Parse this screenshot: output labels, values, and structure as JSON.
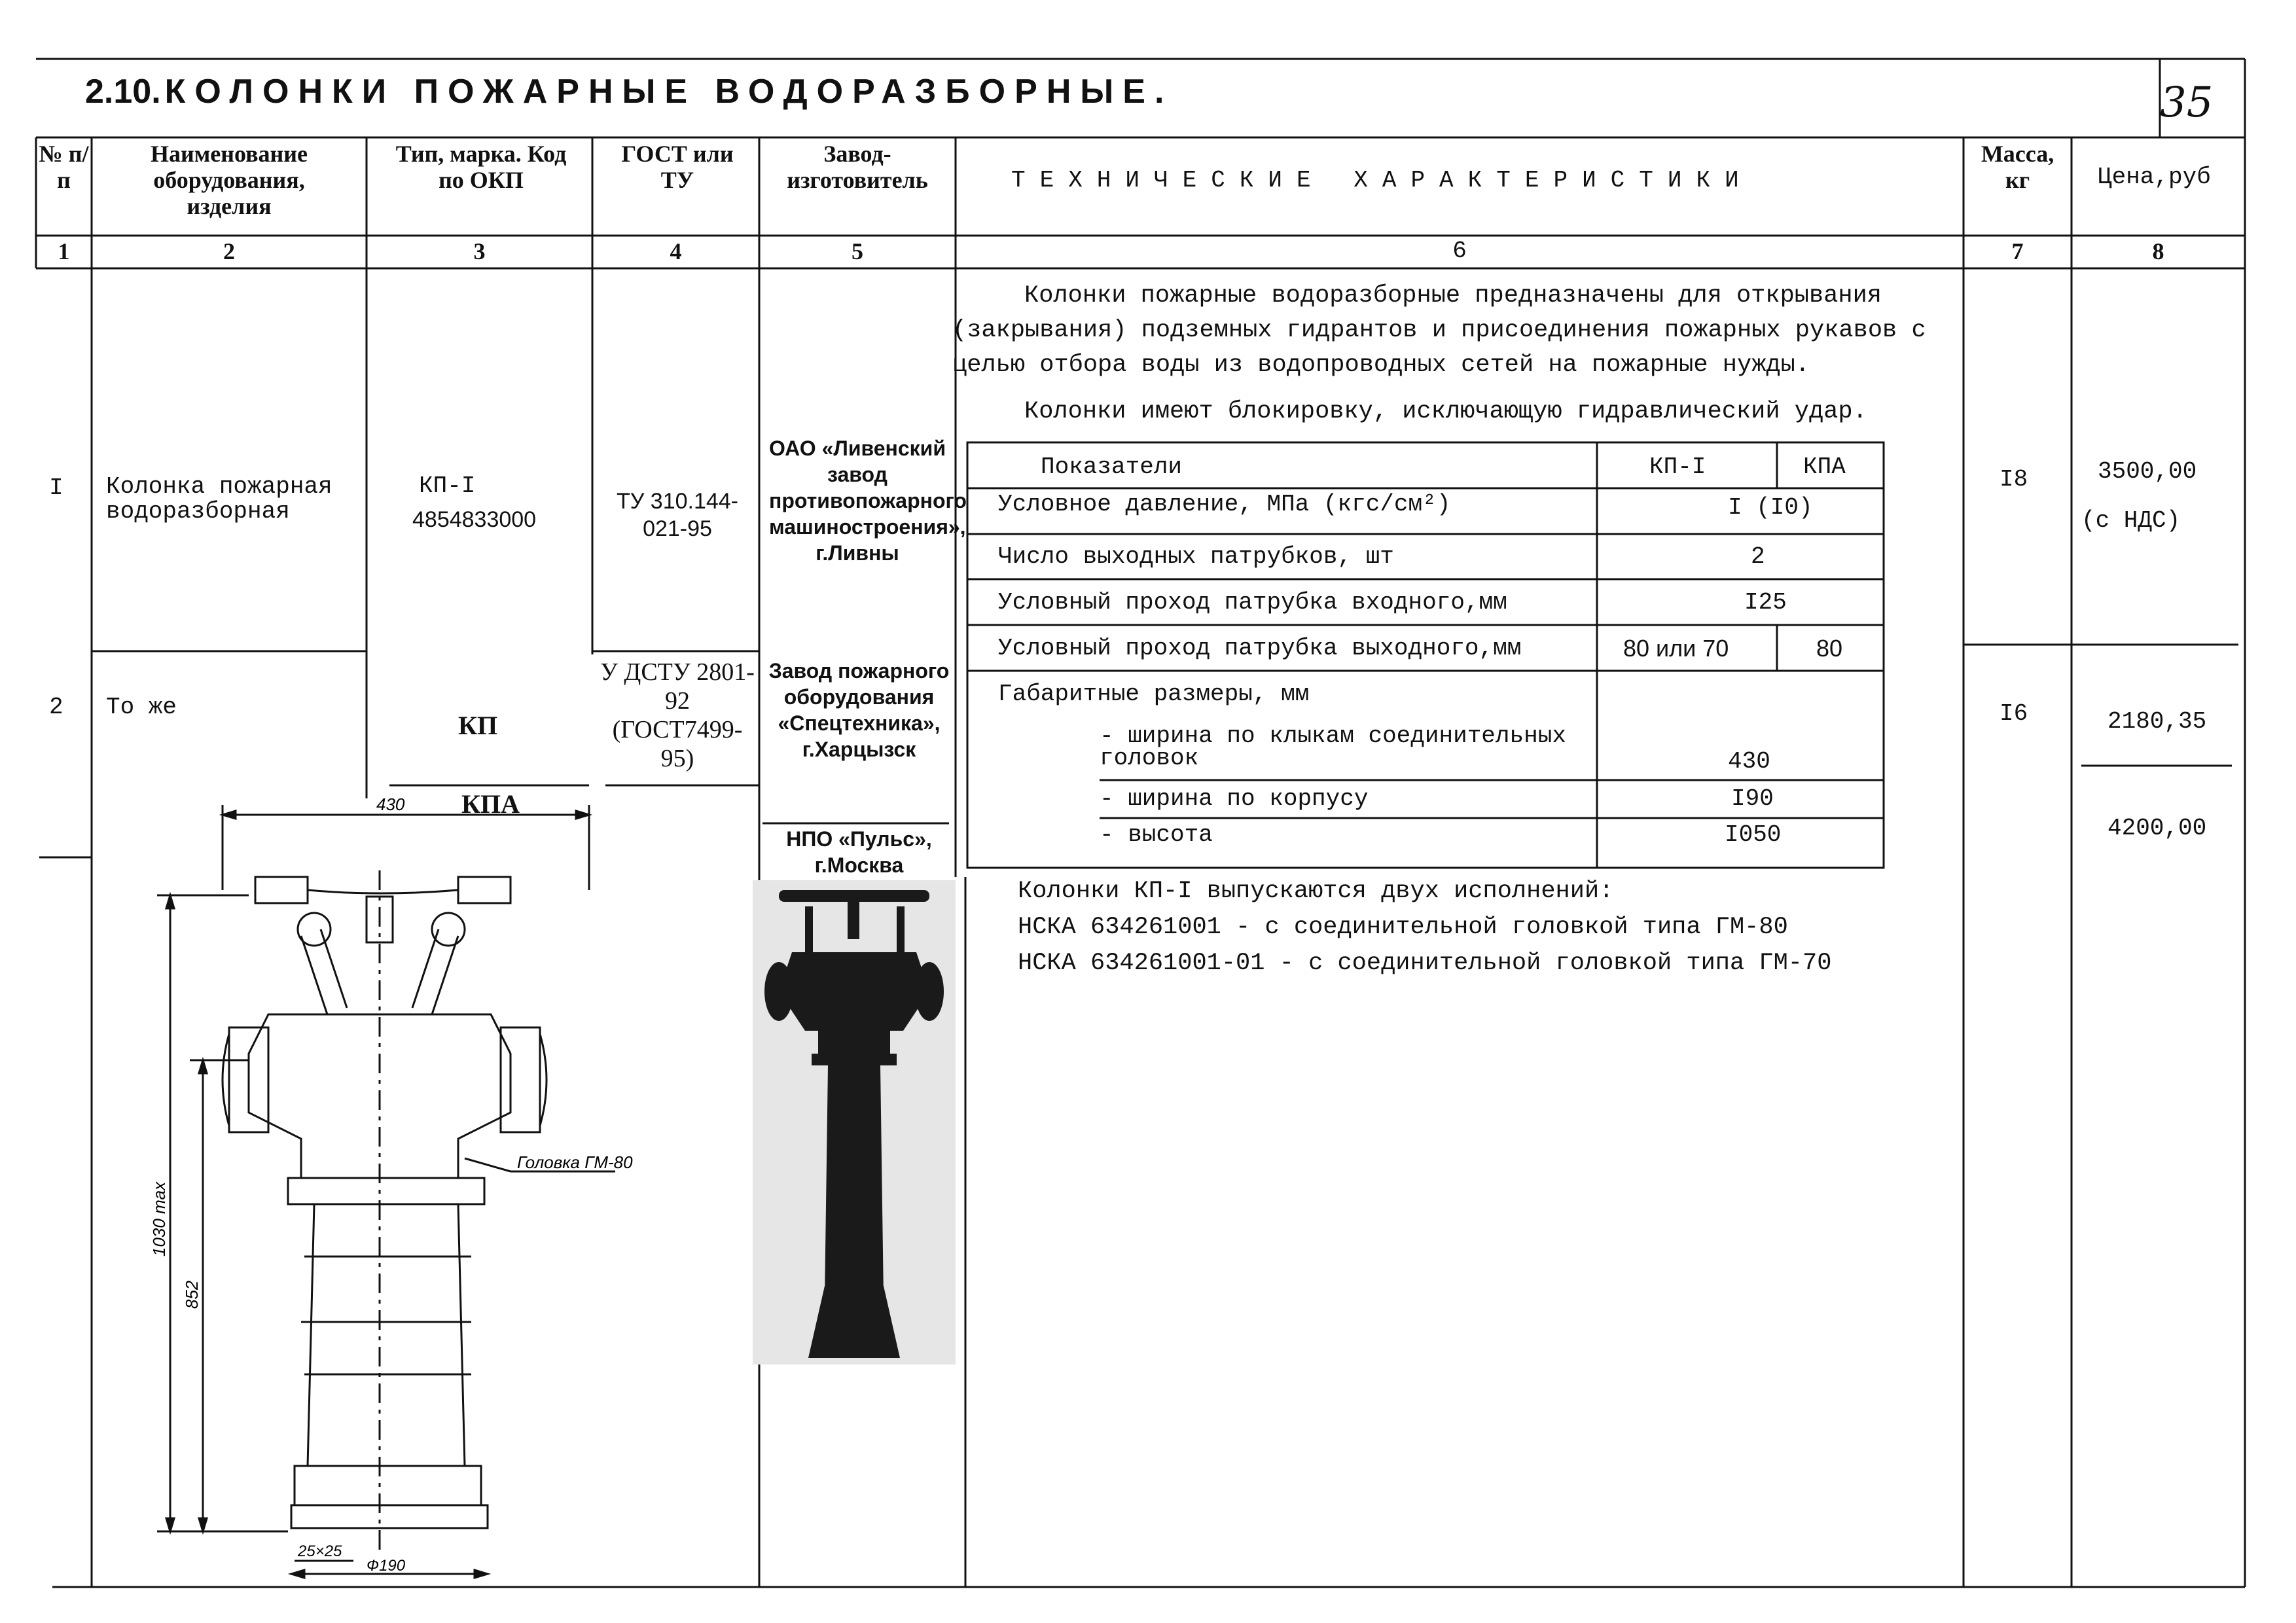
{
  "page": {
    "title_number": "2.10.",
    "title_text": "КОЛОНКИ ПОЖАРНЫЕ ВОДОРАЗБОРНЫЕ.",
    "page_number": "35"
  },
  "table": {
    "headers": {
      "no": "№ п/п",
      "name": "Наименование оборудования, изделия",
      "type": "Тип, марка. Код по ОКП",
      "gost": "ГОСТ или ТУ",
      "maker": "Завод- изготовитель",
      "specs": "ТЕХНИЧЕСКИЕ ХАРАКТЕРИСТИКИ",
      "mass": "Масса, кг",
      "price": "Цена,руб"
    },
    "column_numbers": [
      "1",
      "2",
      "3",
      "4",
      "5",
      "6",
      "7",
      "8"
    ],
    "rows": [
      {
        "no": "I",
        "name": "Колонка пожарная водоразборная",
        "type": "КП-I",
        "okp_code": "4854833000",
        "gost": "ТУ 310.144-021-95",
        "maker": "ОАО «Ливенский завод противопожарного машиностроения», г.Ливны",
        "mass": "I8",
        "price": "3500,00",
        "price_note": "(с НДС)"
      },
      {
        "no": "2",
        "name": "То же",
        "type": "КП",
        "type_alt": "КПА",
        "gost": "У ДСТУ 2801-92 (ГОСТ7499-95)",
        "maker": "Завод пожарного оборудования «Спецтехника», г.Харцызск",
        "maker_alt": "НПО «Пульс», г.Москва",
        "mass": "I6",
        "price": "2180,35",
        "price_alt": "4200,00"
      }
    ]
  },
  "specs": {
    "intro_lines": [
      "Колонки пожарные водоразборные предназначены для открывания",
      "(закрывания) подземных гидрантов и присоединения пожарных рукавов с",
      "целью отбора воды из водопроводных сетей на пожарные нужды."
    ],
    "blocking_line": "Колонки имеют блокировку, исключающую гидравлический удар.",
    "table": {
      "head": {
        "param": "Показатели",
        "kp1": "КП-I",
        "kpa": "КПА"
      },
      "rows": [
        {
          "param": "Условное давление, МПа (кгс/см²)",
          "value": "I (I0)"
        },
        {
          "param": "Число выходных патрубков, шт",
          "value": "2"
        },
        {
          "param": "Условный проход патрубка входного,мм",
          "value": "I25"
        },
        {
          "param": "Условный проход патрубка выходного,мм",
          "kp1": "80 или 70",
          "kpa": "80"
        },
        {
          "param": "Габаритные размеры, мм"
        },
        {
          "param": "- ширина по клыкам соединительных головок",
          "value": "430"
        },
        {
          "param": "- ширина по корпусу",
          "value": "I90"
        },
        {
          "param": "- высота",
          "value": "I050"
        }
      ]
    },
    "versions_lines": [
      "Колонки КП-I выпускаются двух исполнений:",
      "НСКА 634261001 - с соединительной головкой типа ГМ-80",
      "НСКА 634261001-01 - с соединительной головкой типа ГМ-70"
    ]
  },
  "drawing": {
    "dim_width": "430",
    "dim_height_max": "1030 max",
    "dim_height": "852",
    "dim_bolt": "25×25",
    "dim_diameter": "Ф190",
    "label_head": "Головка ГМ-80"
  },
  "colors": {
    "ink": "#111111",
    "paper": "#ffffff"
  }
}
